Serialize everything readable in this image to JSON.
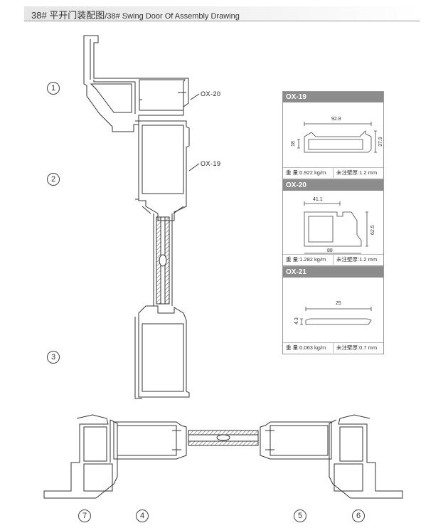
{
  "header": {
    "title_cn": "38# 平开门装配图",
    "title_en": "/38# Swing Door Of Assembly Drawing"
  },
  "callouts": [
    "1",
    "2",
    "3",
    "4",
    "5",
    "6",
    "7"
  ],
  "leaders": {
    "ox20": "OX-20",
    "ox19": "OX-19"
  },
  "specs": [
    {
      "name": "OX-19",
      "weight": "重  量:0.922 kg/m",
      "wall": "未注壁厚:1.2 mm",
      "dims": {
        "w": "92.8",
        "h1": "18",
        "h2": "37.9"
      }
    },
    {
      "name": "OX-20",
      "weight": "重  量:1.282 kg/m",
      "wall": "未注壁厚:1.2 mm",
      "dims": {
        "w1": "41.1",
        "w2": "88",
        "h": "62.5"
      }
    },
    {
      "name": "OX-21",
      "weight": "重  量:0.063 kg/m",
      "wall": "未注壁厚:0.7 mm",
      "dims": {
        "w": "25",
        "h": "4.3"
      }
    }
  ]
}
